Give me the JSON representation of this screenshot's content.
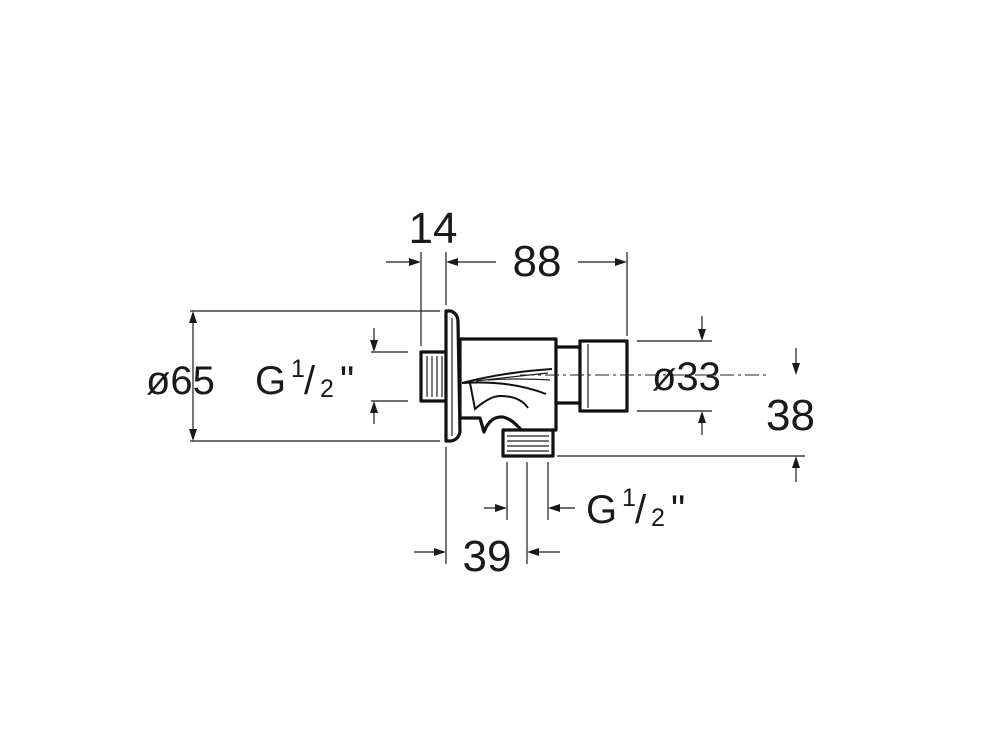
{
  "dimensions": {
    "flange_thickness": "14",
    "body_length": "88",
    "flange_diameter_prefix": "ø65",
    "inlet_thread": {
      "letter": "G",
      "num": "1",
      "den": "2",
      "inch": "\""
    },
    "cap_diameter": "ø33",
    "outlet_height": "38",
    "outlet_thread": {
      "letter": "G",
      "num": "1",
      "den": "2",
      "inch": "\""
    },
    "outlet_offset": "39"
  },
  "colors": {
    "line": "#111111",
    "background": "#ffffff"
  }
}
